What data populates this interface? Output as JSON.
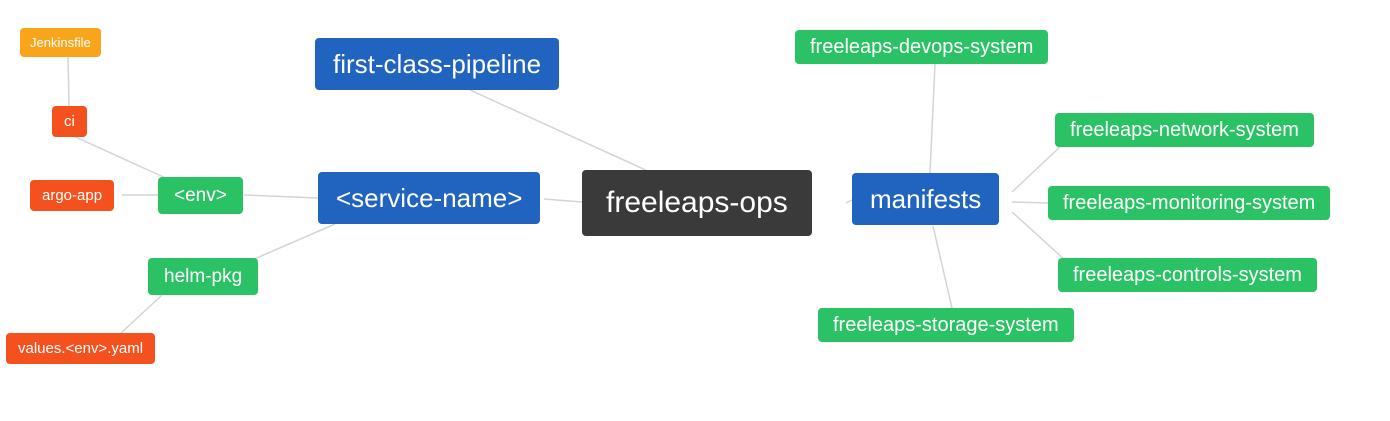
{
  "diagram": {
    "type": "mindmap",
    "root": "freeleaps-ops",
    "colors": {
      "blue": "#2064c0",
      "green": "#2bc266",
      "orange": "#f8a51b",
      "red": "#f4511e",
      "dark": "#3a3a3a",
      "edge": "#d4d4d4",
      "text": "#ffffff"
    },
    "nodes": {
      "freeleaps_ops": {
        "label": "freeleaps-ops"
      },
      "first_class_pipeline": {
        "label": "first-class-pipeline"
      },
      "service_name": {
        "label": "<service-name>"
      },
      "manifests": {
        "label": "manifests"
      },
      "env": {
        "label": "<env>"
      },
      "helm_pkg": {
        "label": "helm-pkg"
      },
      "ci": {
        "label": "ci"
      },
      "argo_app": {
        "label": "argo-app"
      },
      "jenkinsfile": {
        "label": "Jenkinsfile"
      },
      "values_yaml": {
        "label": "values.<env>.yaml"
      },
      "devops_system": {
        "label": "freeleaps-devops-system"
      },
      "network_system": {
        "label": "freeleaps-network-system"
      },
      "monitoring_system": {
        "label": "freeleaps-monitoring-system"
      },
      "controls_system": {
        "label": "freeleaps-controls-system"
      },
      "storage_system": {
        "label": "freeleaps-storage-system"
      }
    },
    "edges": [
      [
        "jenkinsfile",
        "ci"
      ],
      [
        "ci",
        "env"
      ],
      [
        "argo_app",
        "env"
      ],
      [
        "env",
        "service_name"
      ],
      [
        "helm_pkg",
        "service_name"
      ],
      [
        "values_yaml",
        "helm_pkg"
      ],
      [
        "first_class_pipeline",
        "freeleaps_ops"
      ],
      [
        "service_name",
        "freeleaps_ops"
      ],
      [
        "freeleaps_ops",
        "manifests"
      ],
      [
        "manifests",
        "devops_system"
      ],
      [
        "manifests",
        "network_system"
      ],
      [
        "manifests",
        "monitoring_system"
      ],
      [
        "manifests",
        "controls_system"
      ],
      [
        "manifests",
        "storage_system"
      ]
    ]
  }
}
